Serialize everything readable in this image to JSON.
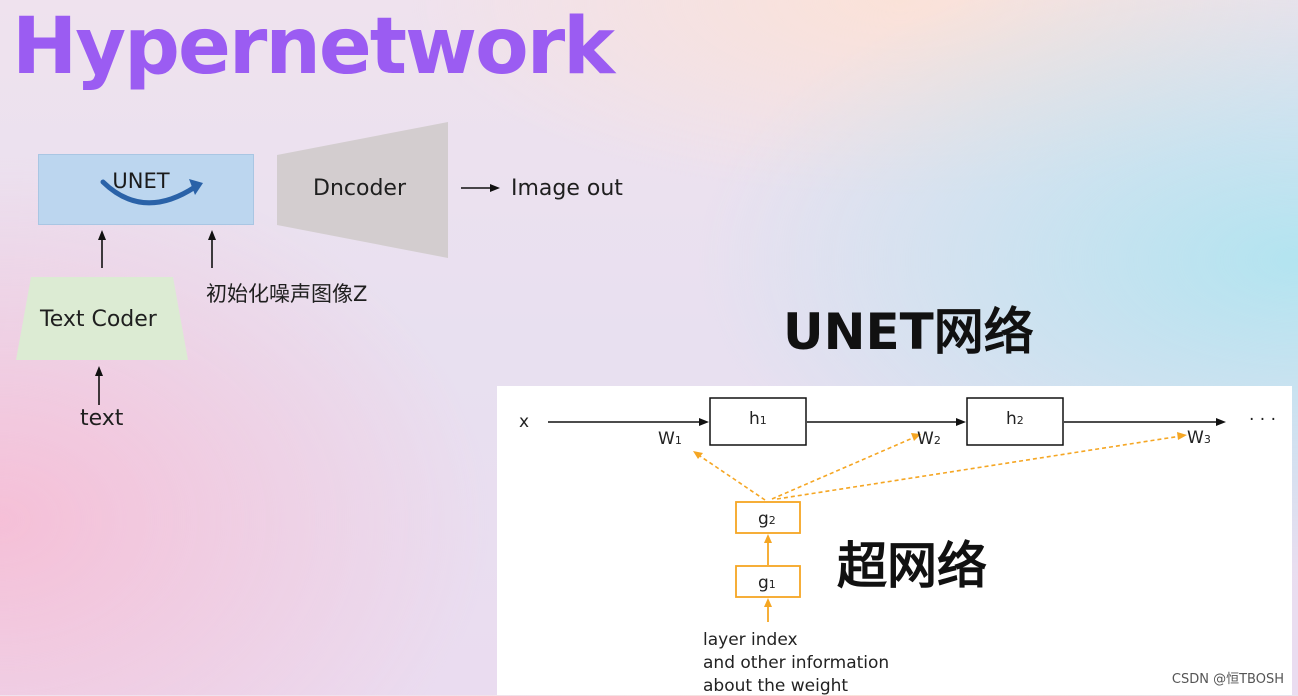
{
  "title": "Hypernetwork",
  "diagram": {
    "unet_label": "UNET",
    "decoder_label": "Dncoder",
    "output_label": "Image out",
    "text_coder_label": "Text Coder",
    "text_input_label": "text",
    "noise_label": "初始化噪声图像Z"
  },
  "unet_network_heading": "UNET网络",
  "hypernetwork_heading": "超网络",
  "figure": {
    "x_label": "x",
    "h1": {
      "base": "h",
      "sub": "1"
    },
    "h2": {
      "base": "h",
      "sub": "2"
    },
    "w1": {
      "base": "W",
      "sub": "1"
    },
    "w2": {
      "base": "W",
      "sub": "2"
    },
    "w3": {
      "base": "W",
      "sub": "3"
    },
    "g1": {
      "base": "g",
      "sub": "1"
    },
    "g2": {
      "base": "g",
      "sub": "2"
    },
    "ellipsis": "· · ·",
    "caption_lines": [
      "layer index",
      "and other information",
      "about the weight"
    ]
  },
  "watermark": "CSDN @恒TBOSH",
  "colors": {
    "title": "#9b5cf2",
    "unet_box": "#bcd6ef",
    "decoder": "#d3cdcf",
    "text_coder": "#dcebd3",
    "hyper_orange": "#f5a623",
    "unet_arrow": "#2a62a8"
  }
}
